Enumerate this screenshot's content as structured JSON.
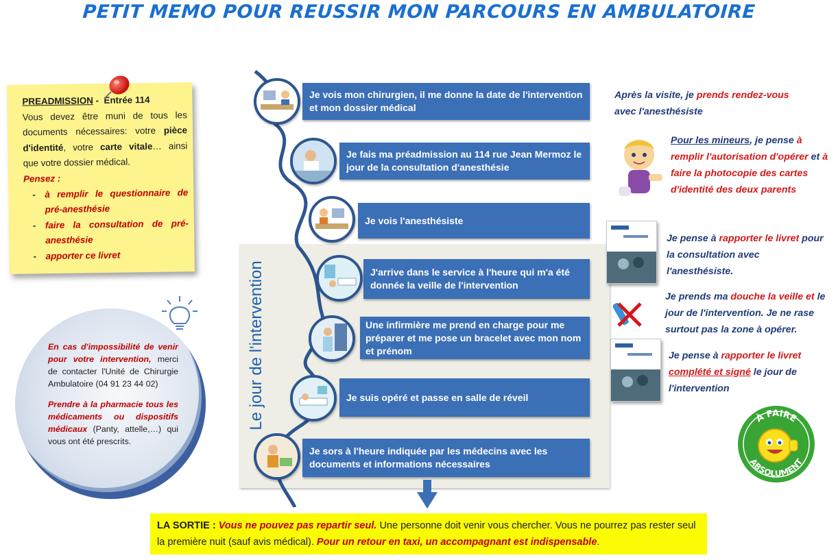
{
  "title": "PETIT MEMO POUR REUSSIR MON PARCOURS EN AMBULATOIRE",
  "preadmission": {
    "heading": "PREADMISSION",
    "dash": "-",
    "entry": "Entrée 114",
    "body_1": "Vous devez être muni de tous les documents nécessaires: votre ",
    "body_b1": "pièce d'identité",
    "body_2": ", votre ",
    "body_b2": "carte vitale",
    "body_3": "… ainsi que votre dossier médical.",
    "think": "Pensez :",
    "items": [
      "à remplir le questionnaire de pré-anesthésie",
      "faire la consultation de pré-anesthésie",
      "apporter ce livret"
    ]
  },
  "impossibility": {
    "red_1": "En cas d'impossibilité de venir pour votre intervention,",
    "text_1": " merci de contacter l'Unité de Chirurgie Ambulatoire (04 91 23 44 02)",
    "red_2": "Prendre à la pharmacie tous les médicaments ou dispositifs médicaux",
    "text_2": " (Panty, attelle,…) qui vous ont été prescrits."
  },
  "zone_label": "Le jour de l'intervention",
  "steps": [
    "Je vois mon chirurgien, il me donne la date de l'intervention et mon dossier médical",
    "Je fais ma préadmission au 114 rue Jean Mermoz le jour de la consultation d'anesthésie",
    "Je vois l'anesthésiste",
    "J'arrive  dans le service à l'heure qui m'a été donnée la veille de l'intervention",
    "Une infirmière me prend en charge pour me préparer et me pose un bracelet avec mon nom et prénom",
    "Je suis opéré et passe en salle de réveil",
    "Je sors à l'heure indiquée par les médecins avec les documents et informations nécessaires"
  ],
  "notes": {
    "n1_a": "Après la visite, je ",
    "n1_b": "prends rendez-vous",
    "n1_c": "avec l'anesthésiste",
    "n2_a": "Pour les mineurs",
    "n2_b": ", je pense ",
    "n2_c": "à remplir l'autorisation d'opérer",
    "n2_d": " et ",
    "n2_e": "à faire la photocopie des cartes d'identité des deux parents",
    "n3_a": "Je pense  à ",
    "n3_b": "rapporter le livret",
    "n3_c": " pour la consultation avec l'anesthésiste.",
    "n4_a": "Je prends ma ",
    "n4_b": "douche la veille et",
    "n4_c": " le jour de l'intervention. Je ne rase surtout pas la zone à opérer.",
    "n5_a": "Je pense  à ",
    "n5_b": "rapporter le livret",
    "n5_c": "complété et signé",
    "n5_d": " le jour de l'intervention"
  },
  "stamp": "A FAIRE ABSOLUMENT",
  "exit": {
    "label": "LA SORTIE :",
    "red_1": "Vous ne pouvez pas repartir seul.",
    "text_1": " Une personne doit venir vous chercher. Vous ne pourrez pas rester seul la première nuit (sauf avis médical). ",
    "red_2": "Pour un retour en taxi, un accompagnant est indispensable",
    "end": "."
  },
  "colors": {
    "title": "#1a6fd0",
    "step_fill": "#3b6fb6",
    "accent_red": "#d11919",
    "postit": "#fdf48e",
    "exit_box": "#fbfb05"
  }
}
